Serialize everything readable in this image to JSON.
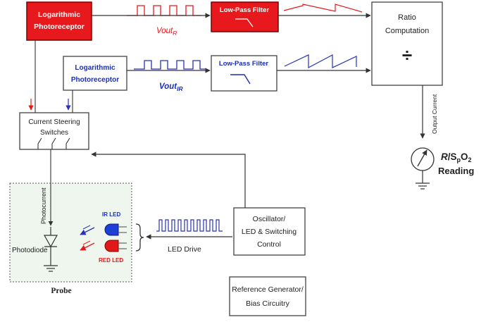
{
  "blocks": {
    "red_photoreceptor": {
      "line1": "Logarithmic",
      "line2": "Photoreceptor"
    },
    "ir_photoreceptor": {
      "line1": "Logarithmic",
      "line2": "Photoreceptor"
    },
    "red_lpf": {
      "label": "Low-Pass Filter"
    },
    "ir_lpf": {
      "label": "Low-Pass Filter"
    },
    "ratio": {
      "line1": "Ratio",
      "line2": "Computation",
      "symbol": "÷"
    },
    "switches": {
      "line1": "Current Steering",
      "line2": "Switches"
    },
    "oscillator": {
      "line1": "Oscillator/",
      "line2": "LED & Switching",
      "line3": "Control"
    },
    "reference": {
      "line1": "Reference Generator/",
      "line2": "Bias Circuitry"
    }
  },
  "signals": {
    "vout_red": {
      "main": "Vout",
      "sub": "R"
    },
    "vout_ir": {
      "main": "Vout",
      "sub": "IR"
    },
    "output_current": "Output Current",
    "led_drive": "LED Drive"
  },
  "reading": {
    "r": "R",
    "s": "/S",
    "p": "p",
    "o": "O",
    "two": "2",
    "label": "Reading"
  },
  "probe": {
    "title": "Probe",
    "photocurrent": "Photocurrent",
    "photodiode": "Photodiode",
    "ir_led": "IR LED",
    "red_led": "RED LED"
  },
  "colors": {
    "red_block": "#e8191c",
    "blue_text": "#1a2fb8",
    "red_wave": "#e8191c",
    "blue_wave": "#2833b8",
    "line": "#333333",
    "probe_bg": "#eef6ee",
    "ir_led_fill": "#1e3fd6",
    "red_led_fill": "#e01818"
  }
}
